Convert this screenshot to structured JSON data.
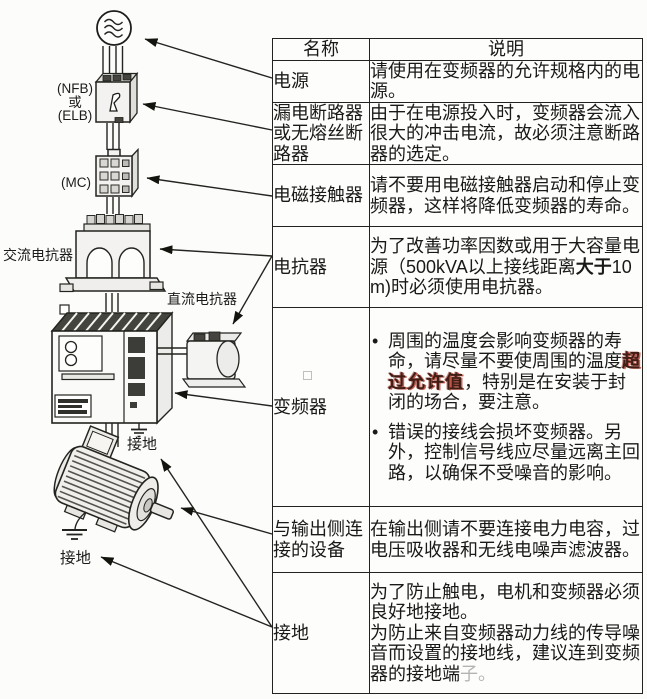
{
  "diagram": {
    "labels": {
      "breaker_l1": "(NFB)",
      "breaker_l2": "或",
      "breaker_l3": "(ELB)",
      "contactor": "(MC)",
      "ac_reactor": "交流电抗器",
      "dc_reactor": "直流电抗器",
      "inverter_ground": "接地",
      "motor_ground": "接地"
    }
  },
  "table": {
    "header": {
      "name_col": "名称",
      "desc_col": "说明"
    },
    "rows": [
      {
        "name": "电源",
        "desc": "请使用在变频器的允许规格内的电源。"
      },
      {
        "name": "漏电断路器或无熔丝断路器",
        "desc": "由于在电源投入时，变频器会流入很大的冲击电流，故必须注意断路器的选定。"
      },
      {
        "name": "电磁接触器",
        "desc": "请不要用电磁接触器启动和停止变频器，这样将降低变频器的寿命。"
      },
      {
        "name": "电抗器",
        "desc_pre": "为了改善功率因数或用于大容量电源（500kVA以上接线距离",
        "desc_bold": "大于",
        "desc_post": "10m)时必须使用电抗器。"
      },
      {
        "name": "变频器",
        "bullet1_pre": "周围的温度会影响变频器的寿命，请尽量不要使周围的温度",
        "bullet1_mark": "超过允许值",
        "bullet1_post": "，特别是在安装于封闭的场合，要注意。",
        "bullet2": "错误的接线会损坏变频器。另外，控制信号线应尽量远离主回路，以确保不受噪音的影响。"
      },
      {
        "name": "与输出侧连接的设备",
        "desc": "在输出侧请不要连接电力电容，过电压吸收器和无线电噪声滤波器。"
      },
      {
        "name": "接地",
        "desc1": "为了防止触电，电机和变频器必须良好地接地。",
        "desc2": "为防止来自变频器动力线的传导噪音而设置的接地线，建议连到变频器的接地端",
        "desc2_faint": "子。"
      }
    ]
  },
  "colors": {
    "ink": "#1c1c1a",
    "watermark_red": "#a6342a",
    "border": "#222220"
  }
}
